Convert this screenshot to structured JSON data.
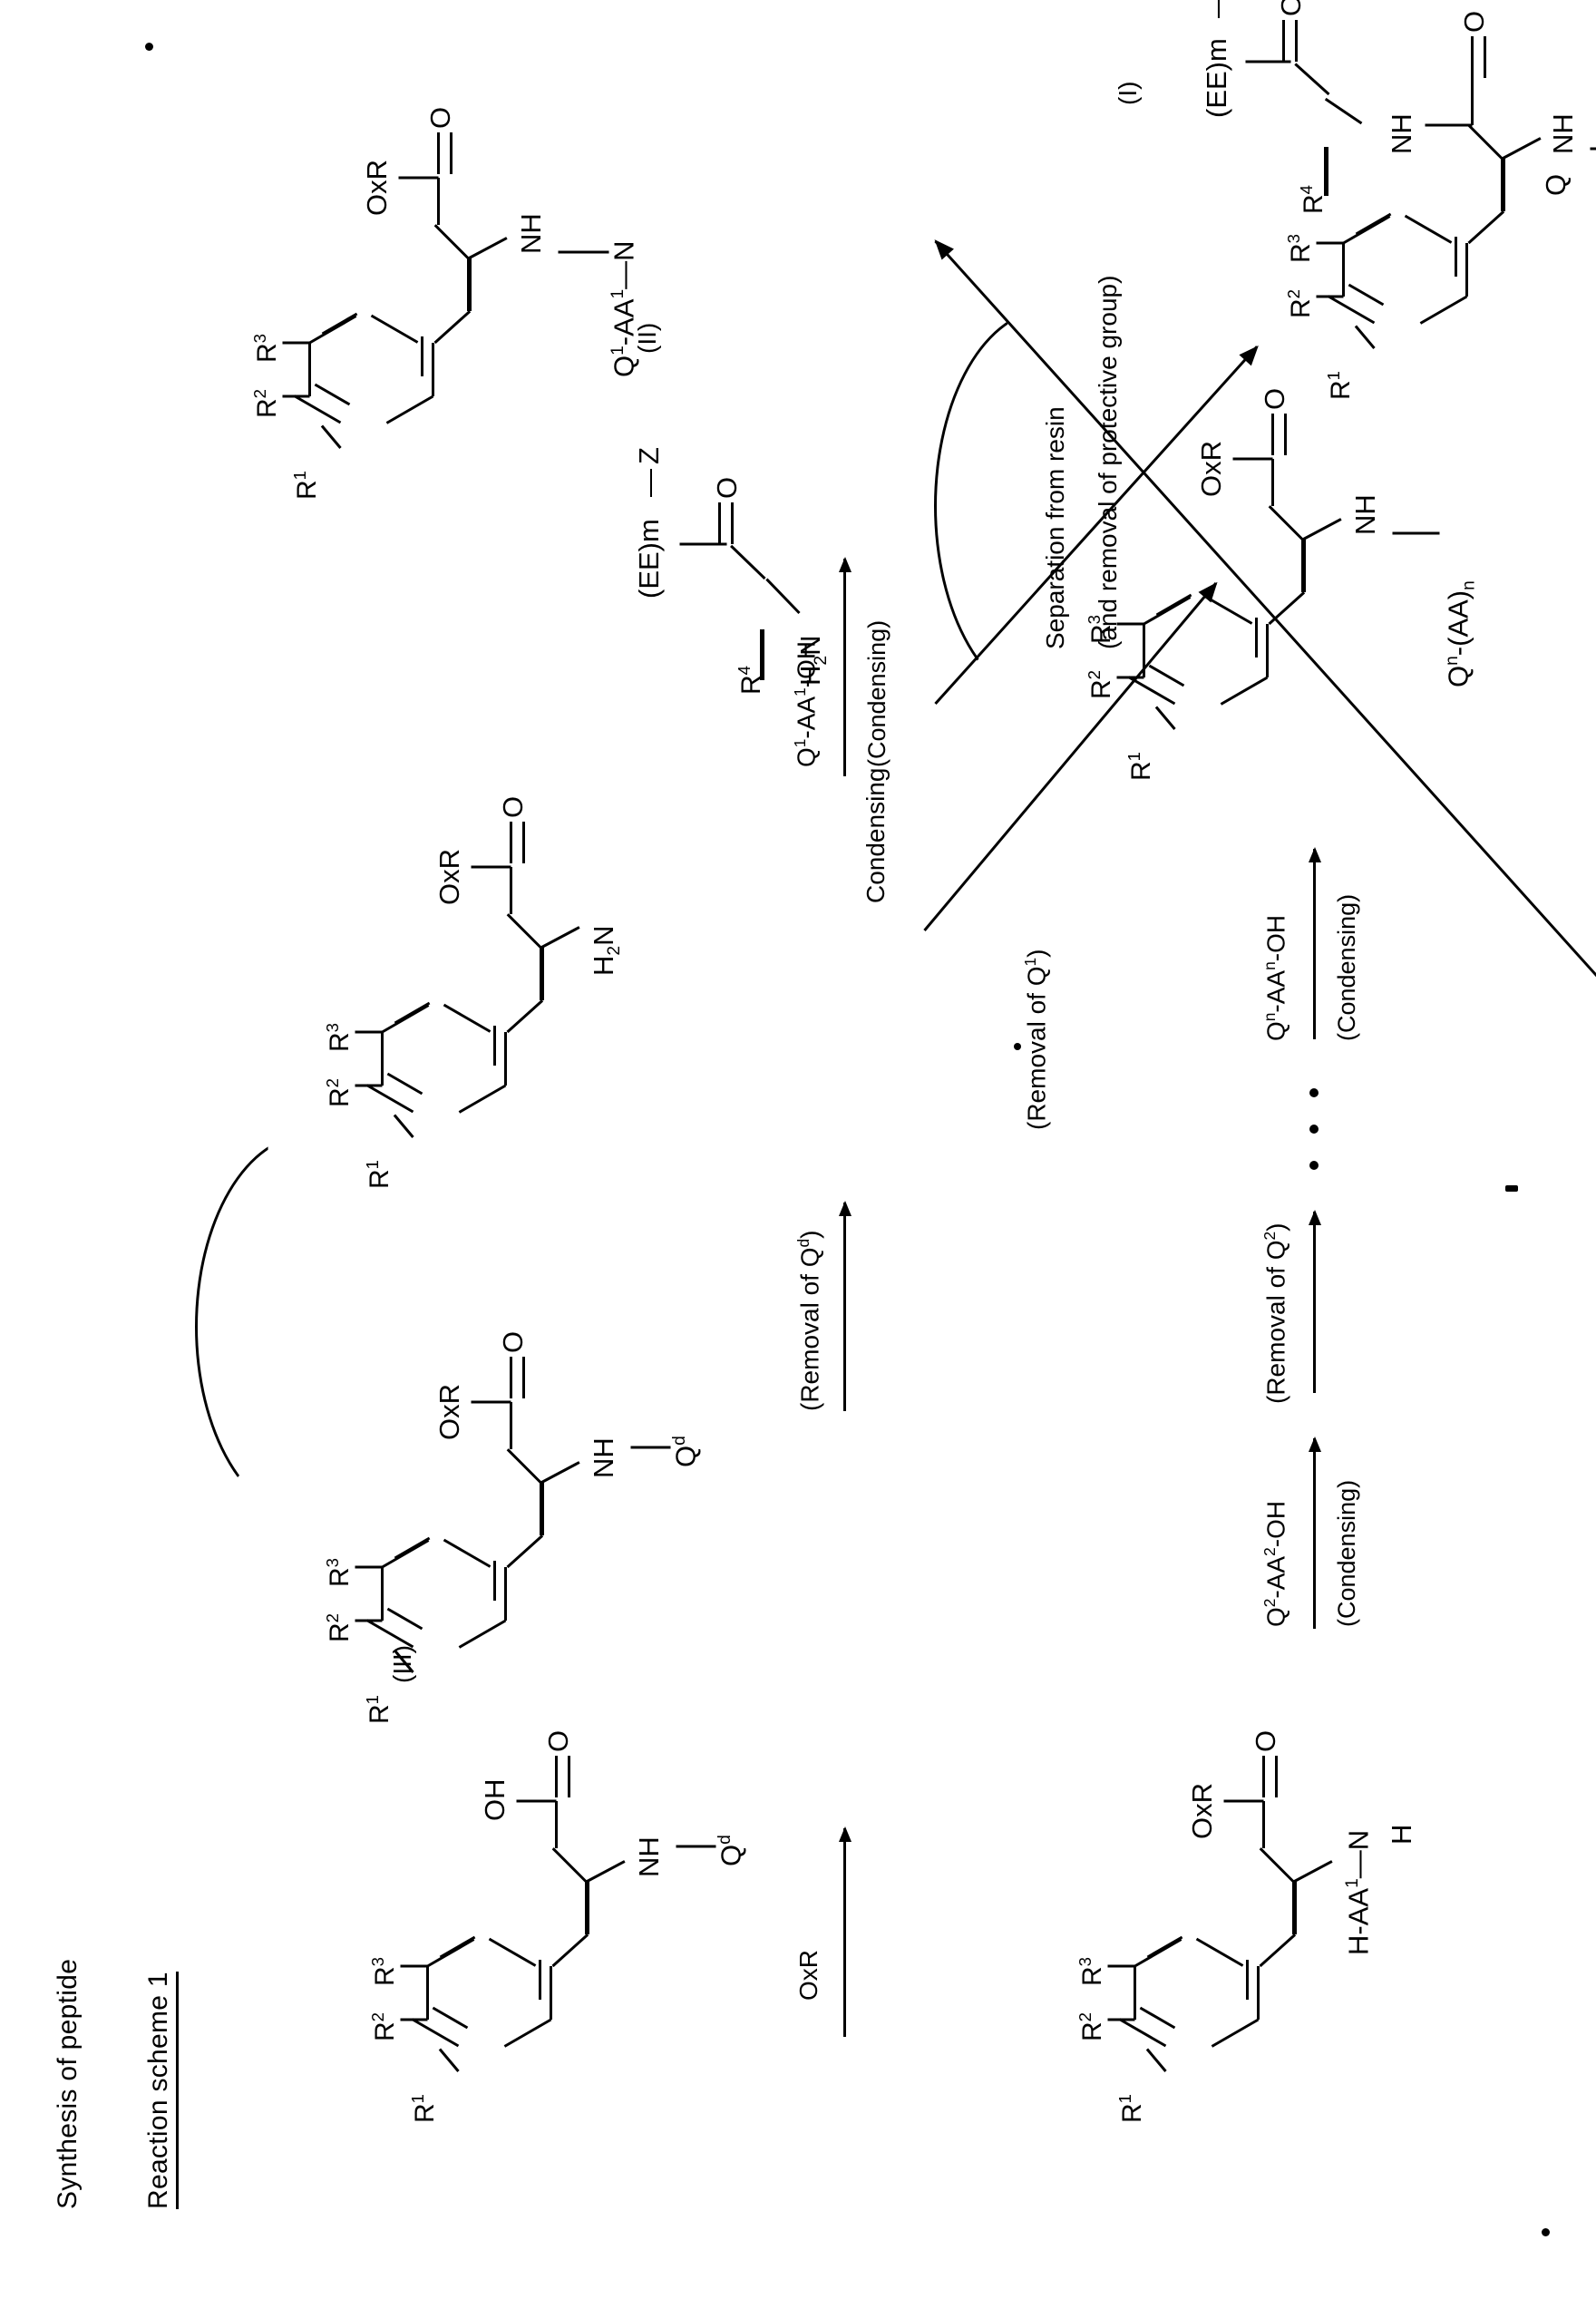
{
  "document": {
    "title_left": "Synthesis of peptide",
    "title_scheme": "Reaction scheme 1"
  },
  "formula_numbers": {
    "start_material": "(III)",
    "amine_reagent": "(II)",
    "product": "(I)"
  },
  "substituents": {
    "r1": "R",
    "r1_sup": "1",
    "r2": "R",
    "r2_sup": "2",
    "r3": "R",
    "r3_sup": "3",
    "r4": "R",
    "r4_sup": "4"
  },
  "atoms": {
    "oxr": "OxR",
    "oh": "OH",
    "o": "O",
    "nh": "NH",
    "h2n": "H",
    "h2n_sub": "2",
    "h2n_tail": "N",
    "qd": "Q",
    "qd_sup": "d",
    "q": "Q",
    "z": "Z",
    "ee_m": "(EE)m",
    "dash": "—"
  },
  "steps": [
    {
      "id": "step-esterification",
      "reagent": "OxR",
      "note": ""
    },
    {
      "id": "step-remove-qd",
      "reagent": "(Removal of Q",
      "reagent_sup": "d",
      "reagent_tail": ")"
    },
    {
      "id": "step-condense-aa1",
      "reagent_a": "Q",
      "reagent_a_sup": "1",
      "reagent_a_tail": "-AA",
      "reagent_a_sup2": "1",
      "reagent_a_tail2": "-OH",
      "reagent_b": "(Condensing)"
    },
    {
      "id": "step-remove-q1",
      "reagent": "(Removal of Q",
      "reagent_sup": "1",
      "reagent_tail": ")"
    },
    {
      "id": "step-condense-aa2",
      "reagent_a": "Q",
      "reagent_a_sup": "2",
      "reagent_a_tail": "-AA",
      "reagent_a_sup2": "2",
      "reagent_a_tail2": "-OH",
      "reagent_b": "(Condensing)"
    },
    {
      "id": "step-remove-q2",
      "reagent": "(Removal of Q",
      "reagent_sup": "2",
      "reagent_tail": ")"
    },
    {
      "id": "step-condense-aan",
      "reagent_a": "Q",
      "reagent_a_sup": "n",
      "reagent_a_tail": "-AA",
      "reagent_a_sup2": "n",
      "reagent_a_tail2": "-OH",
      "reagent_b": "(Condensing)"
    },
    {
      "id": "step-condensing-final",
      "reagent": "Condensing"
    },
    {
      "id": "step-separation",
      "reagent_a": "Separation from resin",
      "reagent_b": "(and removal of protective group)"
    }
  ],
  "fragment_labels": {
    "h_aa1_nh": "H-AA",
    "h_aa1_nh_sup": "1",
    "h_aa1_nh_tail": "—N",
    "q1_aa1_nh": "Q",
    "q1_aa1_nh_sup": "1",
    "q1_aa1_nh_tail": "-AA",
    "q1_aa1_nh_sup2": "1",
    "q1_aa1_nh_tail2": "—N",
    "qn_aa_n": "Q",
    "qn_aa_n_sup": "n",
    "qn_aa_n_tail": "-(AA)",
    "qn_aa_n_sub": "n",
    "ellipsis": "· · ·"
  },
  "colors": {
    "ink": "#000000",
    "paper": "#ffffff"
  }
}
